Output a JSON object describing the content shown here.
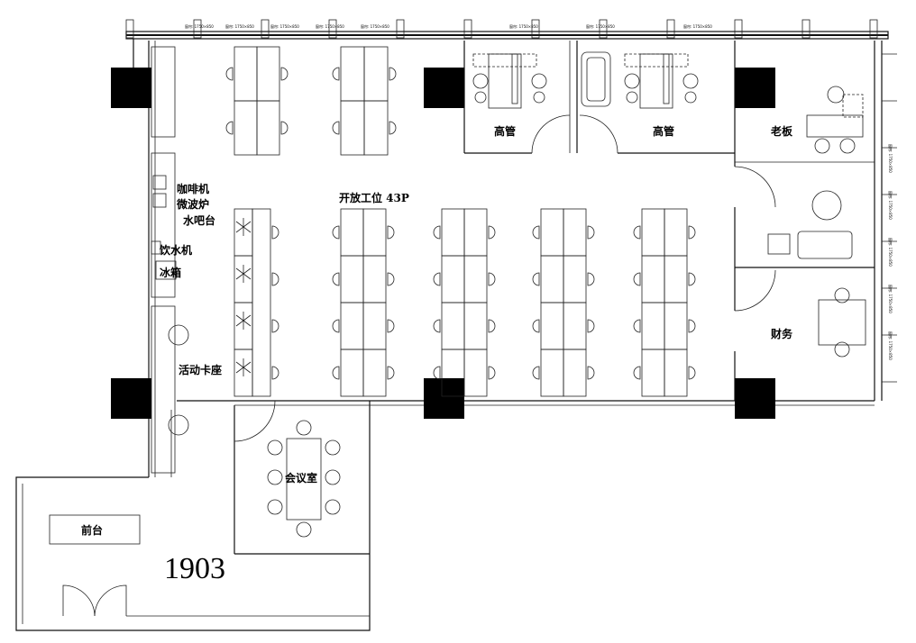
{
  "labels": {
    "coffee": "咖啡机",
    "microwave": "微波炉",
    "water_bar": "水吧台",
    "dispenser": "饮水机",
    "fridge": "冰箱",
    "lounge_booth": "活动卡座",
    "open_office": "开放工位 43P",
    "exec1": "高管",
    "exec2": "高管",
    "boss": "老板",
    "finance": "财务",
    "meeting": "会议室",
    "reception": "前台",
    "unit_number": "1903"
  },
  "window_dims": [
    "窗帘: 1750×850",
    "窗帘: 1750×850",
    "窗帘: 1750×850",
    "窗帘: 1750×850",
    "窗帘: 1750×850",
    "窗帘: 1750×850",
    "窗帘: 1750×850",
    "窗帘: 1750×850"
  ],
  "side_dims": [
    "窗帘: 1750×850",
    "窗帘: 1750×850",
    "窗帘: 1750×850",
    "窗帘: 1750×850",
    "窗帘: 1750×850"
  ]
}
